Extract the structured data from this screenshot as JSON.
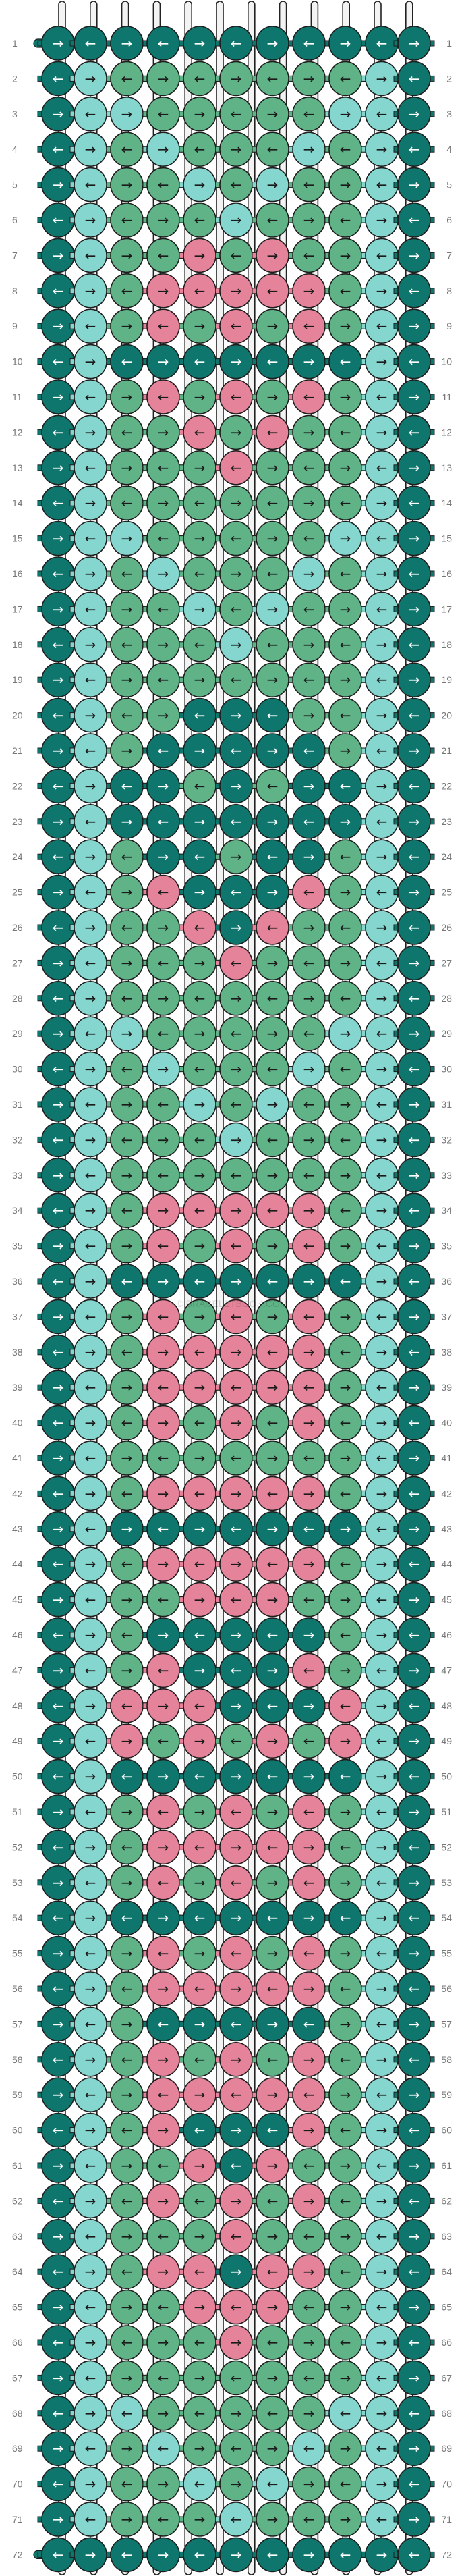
{
  "pattern": {
    "watermark": "© BRACELETBOOK.COM",
    "row_count": 72,
    "column_count": 11,
    "row_labels": [
      "1",
      "2",
      "3",
      "4",
      "5",
      "6",
      "7",
      "8",
      "9",
      "10",
      "11",
      "12",
      "13",
      "14",
      "15",
      "16",
      "17",
      "18",
      "19",
      "20",
      "21",
      "22",
      "23",
      "24",
      "25",
      "26",
      "27",
      "28",
      "29",
      "30",
      "31",
      "32",
      "33",
      "34",
      "35",
      "36",
      "37",
      "38",
      "39",
      "40",
      "41",
      "42",
      "43",
      "44",
      "45",
      "46",
      "47",
      "48",
      "49",
      "50",
      "51",
      "52",
      "53",
      "54",
      "55",
      "56",
      "57",
      "58",
      "59",
      "60",
      "61",
      "62",
      "63",
      "64",
      "65",
      "66",
      "67",
      "68",
      "69",
      "70",
      "71",
      "72"
    ],
    "colors": {
      "A": "#0f766e",
      "B": "#86d6d0",
      "C": "#5fb387",
      "D": "#e48399",
      "string": "#f3f3f3",
      "string_outline": "#333333",
      "label": "#777777"
    },
    "rows": [
      "AAAAAAAAAAA",
      "ABCCCCCCCBA",
      "ABBCCCCCBBA",
      "ABCBCCCBCBA",
      "ABCCBCBCCBA",
      "ABCCCBCCCBA",
      "ABCCDCDCCBA",
      "ABCDDDDDCBA",
      "ABCDCDCDCBA",
      "ABAAAAAAABA",
      "ABCDCDCDCBA",
      "ABCCDCDCCBA",
      "ABCCCDCCCBA",
      "ABCCCCCCCBA",
      "ABBCCCCCBBA",
      "ABCBCCCBCBA",
      "ABCCBCBCCBA",
      "ABCCCBCCCBA",
      "ABCCCCCCCBA",
      "ABCCAAACCBA",
      "ABCAAAAACBA",
      "ABAACACAABA",
      "ABAAAAAAABA",
      "ABCAACAACBA",
      "ABCDAAADCBA",
      "ABCCDADCCBA",
      "ABCCCDCCCBA",
      "ABCCCCCCCBA",
      "ABBCCCCCBBA",
      "ABCBCCCBCBA",
      "ABCCBCBCCBA",
      "ABCCCBCCCBA",
      "ABCCCCCCCBA",
      "ABCDDDDDCBA",
      "ABCDCDCDCBA",
      "ABAAAAAAABA",
      "ABCDCDCDCBA",
      "ABCDDDDDCBA",
      "ABCDDDDDCBA",
      "ABCDCDCDCBA",
      "ABCCCCCCCBA",
      "ABCDDDDDCBA",
      "ABAAAAAAABA",
      "ABCDDDDDCBA",
      "ABCCDDDCCBA",
      "ABCAAAAACBA",
      "ABCDAAADCBA",
      "ABDDDAAADBA",
      "ABDCDCDCDBA",
      "ABAAAAAAABA",
      "ABCDCDCDCBA",
      "ABCDDDDDCBA",
      "ABCDCDCDCBA",
      "ABAAAAAAABA",
      "ABCDCDCDCBA",
      "ABCDDDDDCBA",
      "ABCAAAAACBA",
      "ABCDCDCDCBA",
      "ABCDDDDDCBA",
      "ABCDAAADCBA",
      "ABCCDADCCBA",
      "ABCDCDCDCBA",
      "ABCCCDCCCBA",
      "ABCDDADDCBA",
      "ABCCDDDCCBA",
      "ABCCCDCCCBA",
      "ABCCCCCCCBA",
      "ABBCCCCCBBA",
      "ABCBCCCBCBA",
      "ABCCBCBCCBA",
      "ABCCCBCCCBA",
      "AAAAAAAAAAA"
    ]
  }
}
